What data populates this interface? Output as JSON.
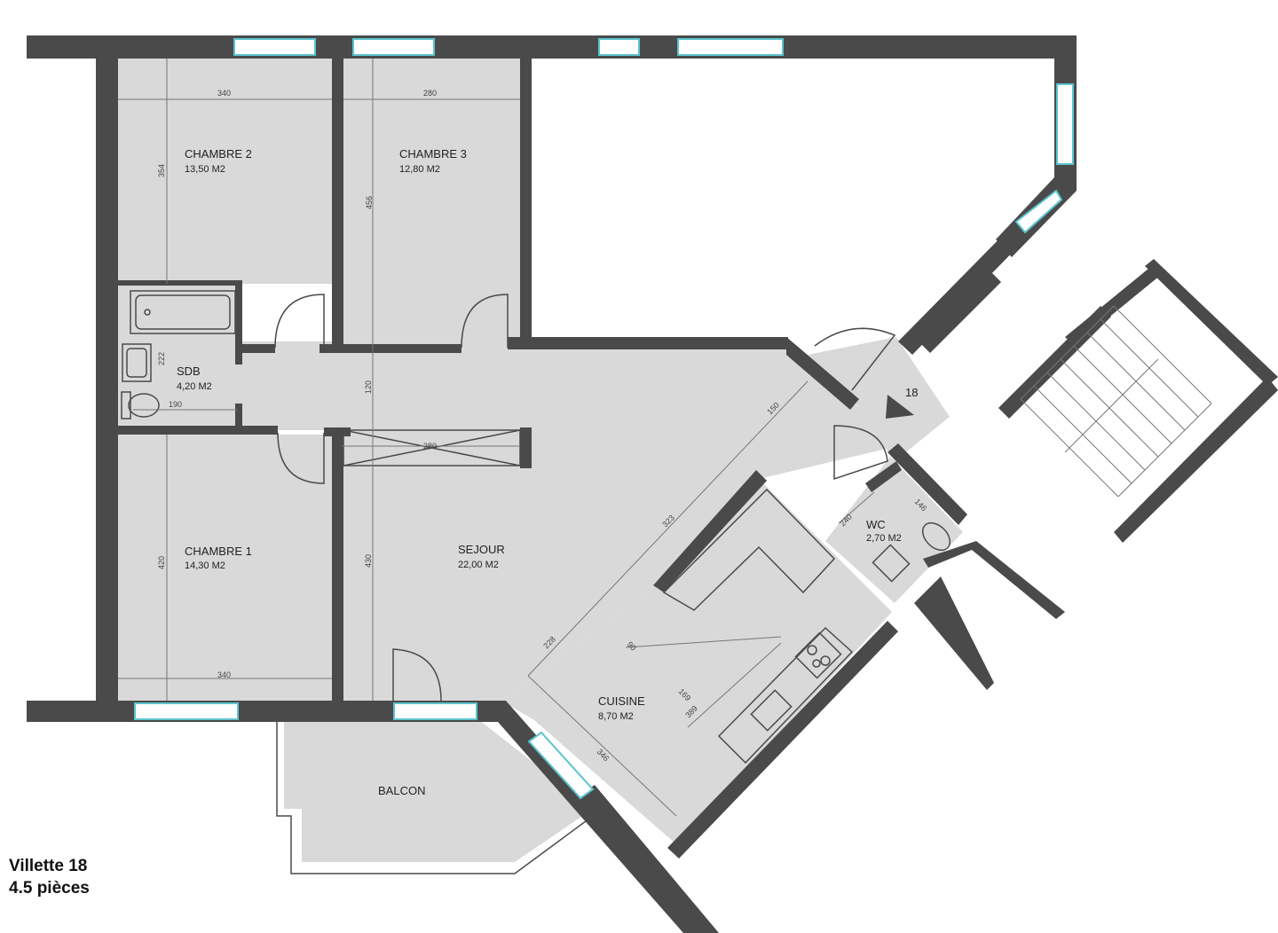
{
  "caption": {
    "title": "Villette 18",
    "subtitle": "4.5 pièces"
  },
  "rooms": {
    "chambre2": {
      "name": "CHAMBRE 2",
      "area": "13,50 M2"
    },
    "chambre3": {
      "name": "CHAMBRE 3",
      "area": "12,80 M2"
    },
    "sdb": {
      "name": "SDB",
      "area": "4,20 M2"
    },
    "chambre1": {
      "name": "CHAMBRE 1",
      "area": "14,30 M2"
    },
    "sejour": {
      "name": "SEJOUR",
      "area": "22,00 M2"
    },
    "cuisine": {
      "name": "CUISINE",
      "area": "8,70 M2"
    },
    "wc": {
      "name": "WC",
      "area": "2,70 M2"
    },
    "balcon": {
      "name": "BALCON"
    }
  },
  "entrance_number": "18",
  "dimensions": {
    "ch2_width": "340",
    "ch2_height": "354",
    "ch3_width": "280",
    "ch3_height": "456",
    "sdb_height": "222",
    "sdb_width": "190",
    "hall_height": "120",
    "closet_width": "280",
    "ch1_height": "420",
    "ch1_width": "340",
    "sejour_height": "430",
    "diag_150": "150",
    "diag_323": "323",
    "diag_228": "228",
    "cuisine_90": "90",
    "cuisine_169": "169",
    "cuisine_389": "389",
    "cuisine_346": "346",
    "wc_240": "240",
    "wc_146": "146"
  },
  "colors": {
    "wall": "#4a4a4a",
    "floor": "#d9d9d9",
    "window": "#5bc4cf"
  }
}
